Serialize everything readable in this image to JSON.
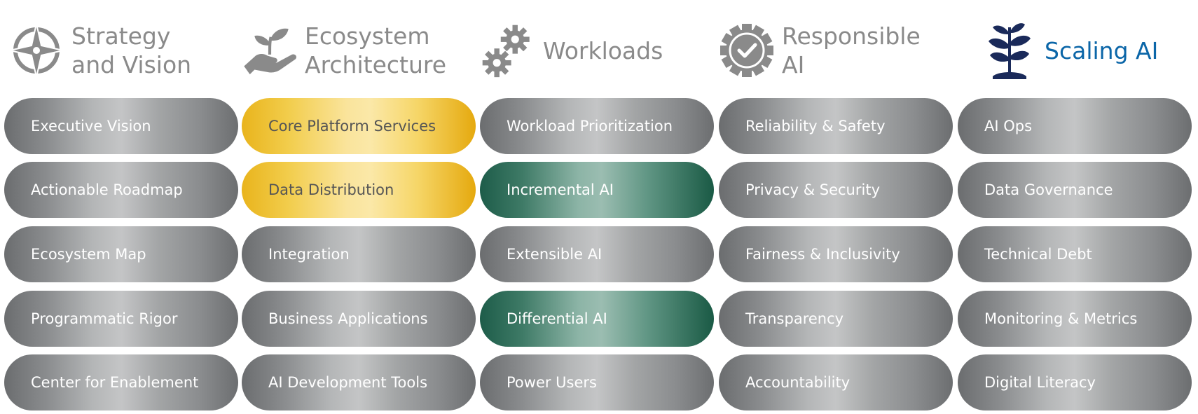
{
  "columns": [
    {
      "title": "Strategy\nand Vision",
      "icon": "compass-icon",
      "active": false,
      "items": [
        {
          "label": "Executive Vision",
          "style": "gray"
        },
        {
          "label": "Actionable Roadmap",
          "style": "gray"
        },
        {
          "label": "Ecosystem Map",
          "style": "gray"
        },
        {
          "label": "Programmatic Rigor",
          "style": "gray"
        },
        {
          "label": "Center for Enablement",
          "style": "gray"
        }
      ]
    },
    {
      "title": "Ecosystem\nArchitecture",
      "icon": "hand-sprout-icon",
      "active": false,
      "items": [
        {
          "label": "Core Platform Services",
          "style": "gold"
        },
        {
          "label": "Data Distribution",
          "style": "gold"
        },
        {
          "label": "Integration",
          "style": "gray"
        },
        {
          "label": "Business Applications",
          "style": "gray"
        },
        {
          "label": "AI Development Tools",
          "style": "gray"
        }
      ]
    },
    {
      "title": "Workloads",
      "icon": "gears-icon",
      "active": false,
      "items": [
        {
          "label": "Workload Prioritization",
          "style": "gray"
        },
        {
          "label": "Incremental AI",
          "style": "green"
        },
        {
          "label": "Extensible AI",
          "style": "gray"
        },
        {
          "label": "Differential AI",
          "style": "green"
        },
        {
          "label": "Power Users",
          "style": "gray"
        }
      ]
    },
    {
      "title": "Responsible\nAI",
      "icon": "badge-check-icon",
      "active": false,
      "items": [
        {
          "label": "Reliability & Safety",
          "style": "gray"
        },
        {
          "label": "Privacy & Security",
          "style": "gray"
        },
        {
          "label": "Fairness & Inclusivity",
          "style": "gray"
        },
        {
          "label": "Transparency",
          "style": "gray"
        },
        {
          "label": "Accountability",
          "style": "gray"
        }
      ]
    },
    {
      "title": "Scaling AI",
      "icon": "growing-plant-icon",
      "active": true,
      "items": [
        {
          "label": "AI Ops",
          "style": "gray"
        },
        {
          "label": "Data Governance",
          "style": "gray"
        },
        {
          "label": "Technical Debt",
          "style": "gray"
        },
        {
          "label": "Monitoring & Metrics",
          "style": "gray"
        },
        {
          "label": "Digital Literacy",
          "style": "gray"
        }
      ]
    }
  ]
}
